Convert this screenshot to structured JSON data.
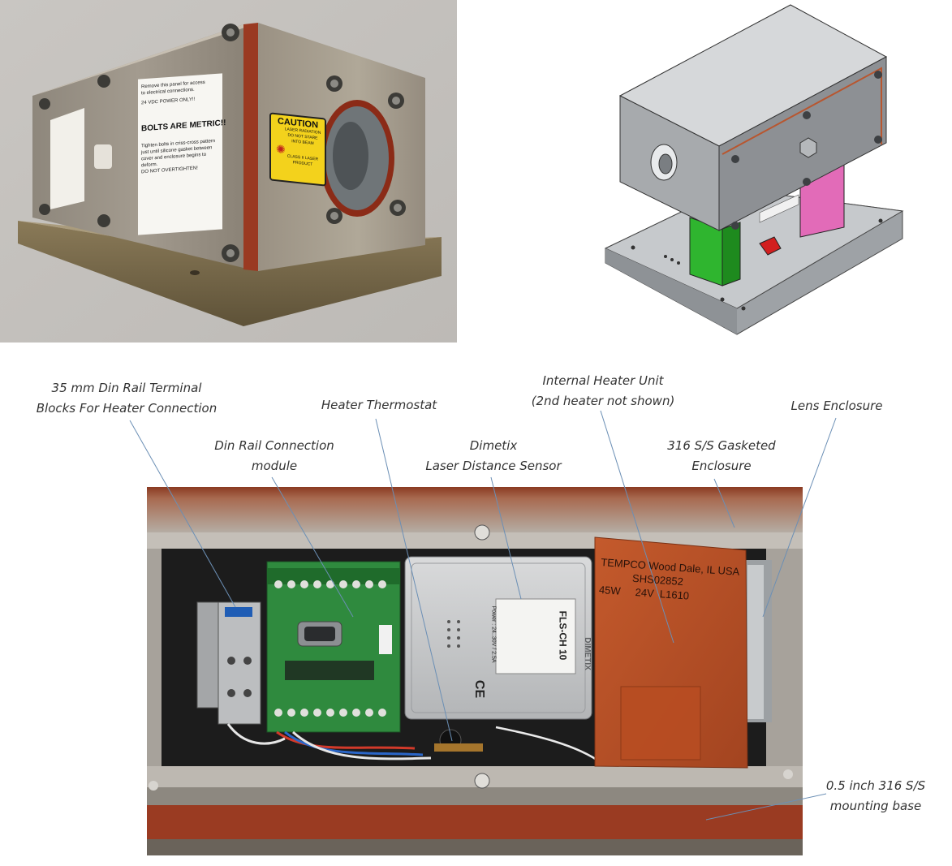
{
  "photo_enclosure": {
    "caution_title": "CAUTION",
    "caution_lines": [
      "LASER RADIATION",
      "DO NOT STARE",
      "INTO BEAM",
      "CLASS II LASER PRODUCT"
    ],
    "bolts_heading": "BOLTS ARE METRIC!!",
    "bolts_top_lines": [
      "Remove this panel for access",
      "to electrical connections.",
      "24 VDC POWER ONLY!!"
    ],
    "bolts_bottom_lines": [
      "Tighten bolts in criss-cross pattern",
      "just until silicone gasket between",
      "cover and enclosure begins to deform.",
      "DO NOT OVERTIGHTEN!"
    ]
  },
  "photo_internal": {
    "heater_text": [
      "TEMPCO Wood Dale, IL USA",
      "SHS02852",
      "45W     24V  L1610"
    ],
    "sensor_model": "FLS-CH 10",
    "sensor_power": "Power : 24..30V / 2.5A",
    "brand_vertical": "DIMETIX"
  },
  "callouts": {
    "din_rail_terminals": [
      "35 mm Din Rail Terminal",
      "Blocks For Heater Connection"
    ],
    "heater_thermostat": "Heater Thermostat",
    "internal_heater": [
      "Internal Heater Unit",
      "(2nd heater not shown)"
    ],
    "lens_enclosure": "Lens Enclosure",
    "din_rail_module": [
      "Din Rail Connection",
      "module"
    ],
    "laser_sensor": [
      "Dimetix",
      "Laser Distance Sensor"
    ],
    "gasketed_enclosure": [
      "316 S/S Gasketed",
      "Enclosure"
    ],
    "mounting_base": [
      "0.5 inch 316 S/S",
      "mounting base"
    ]
  }
}
